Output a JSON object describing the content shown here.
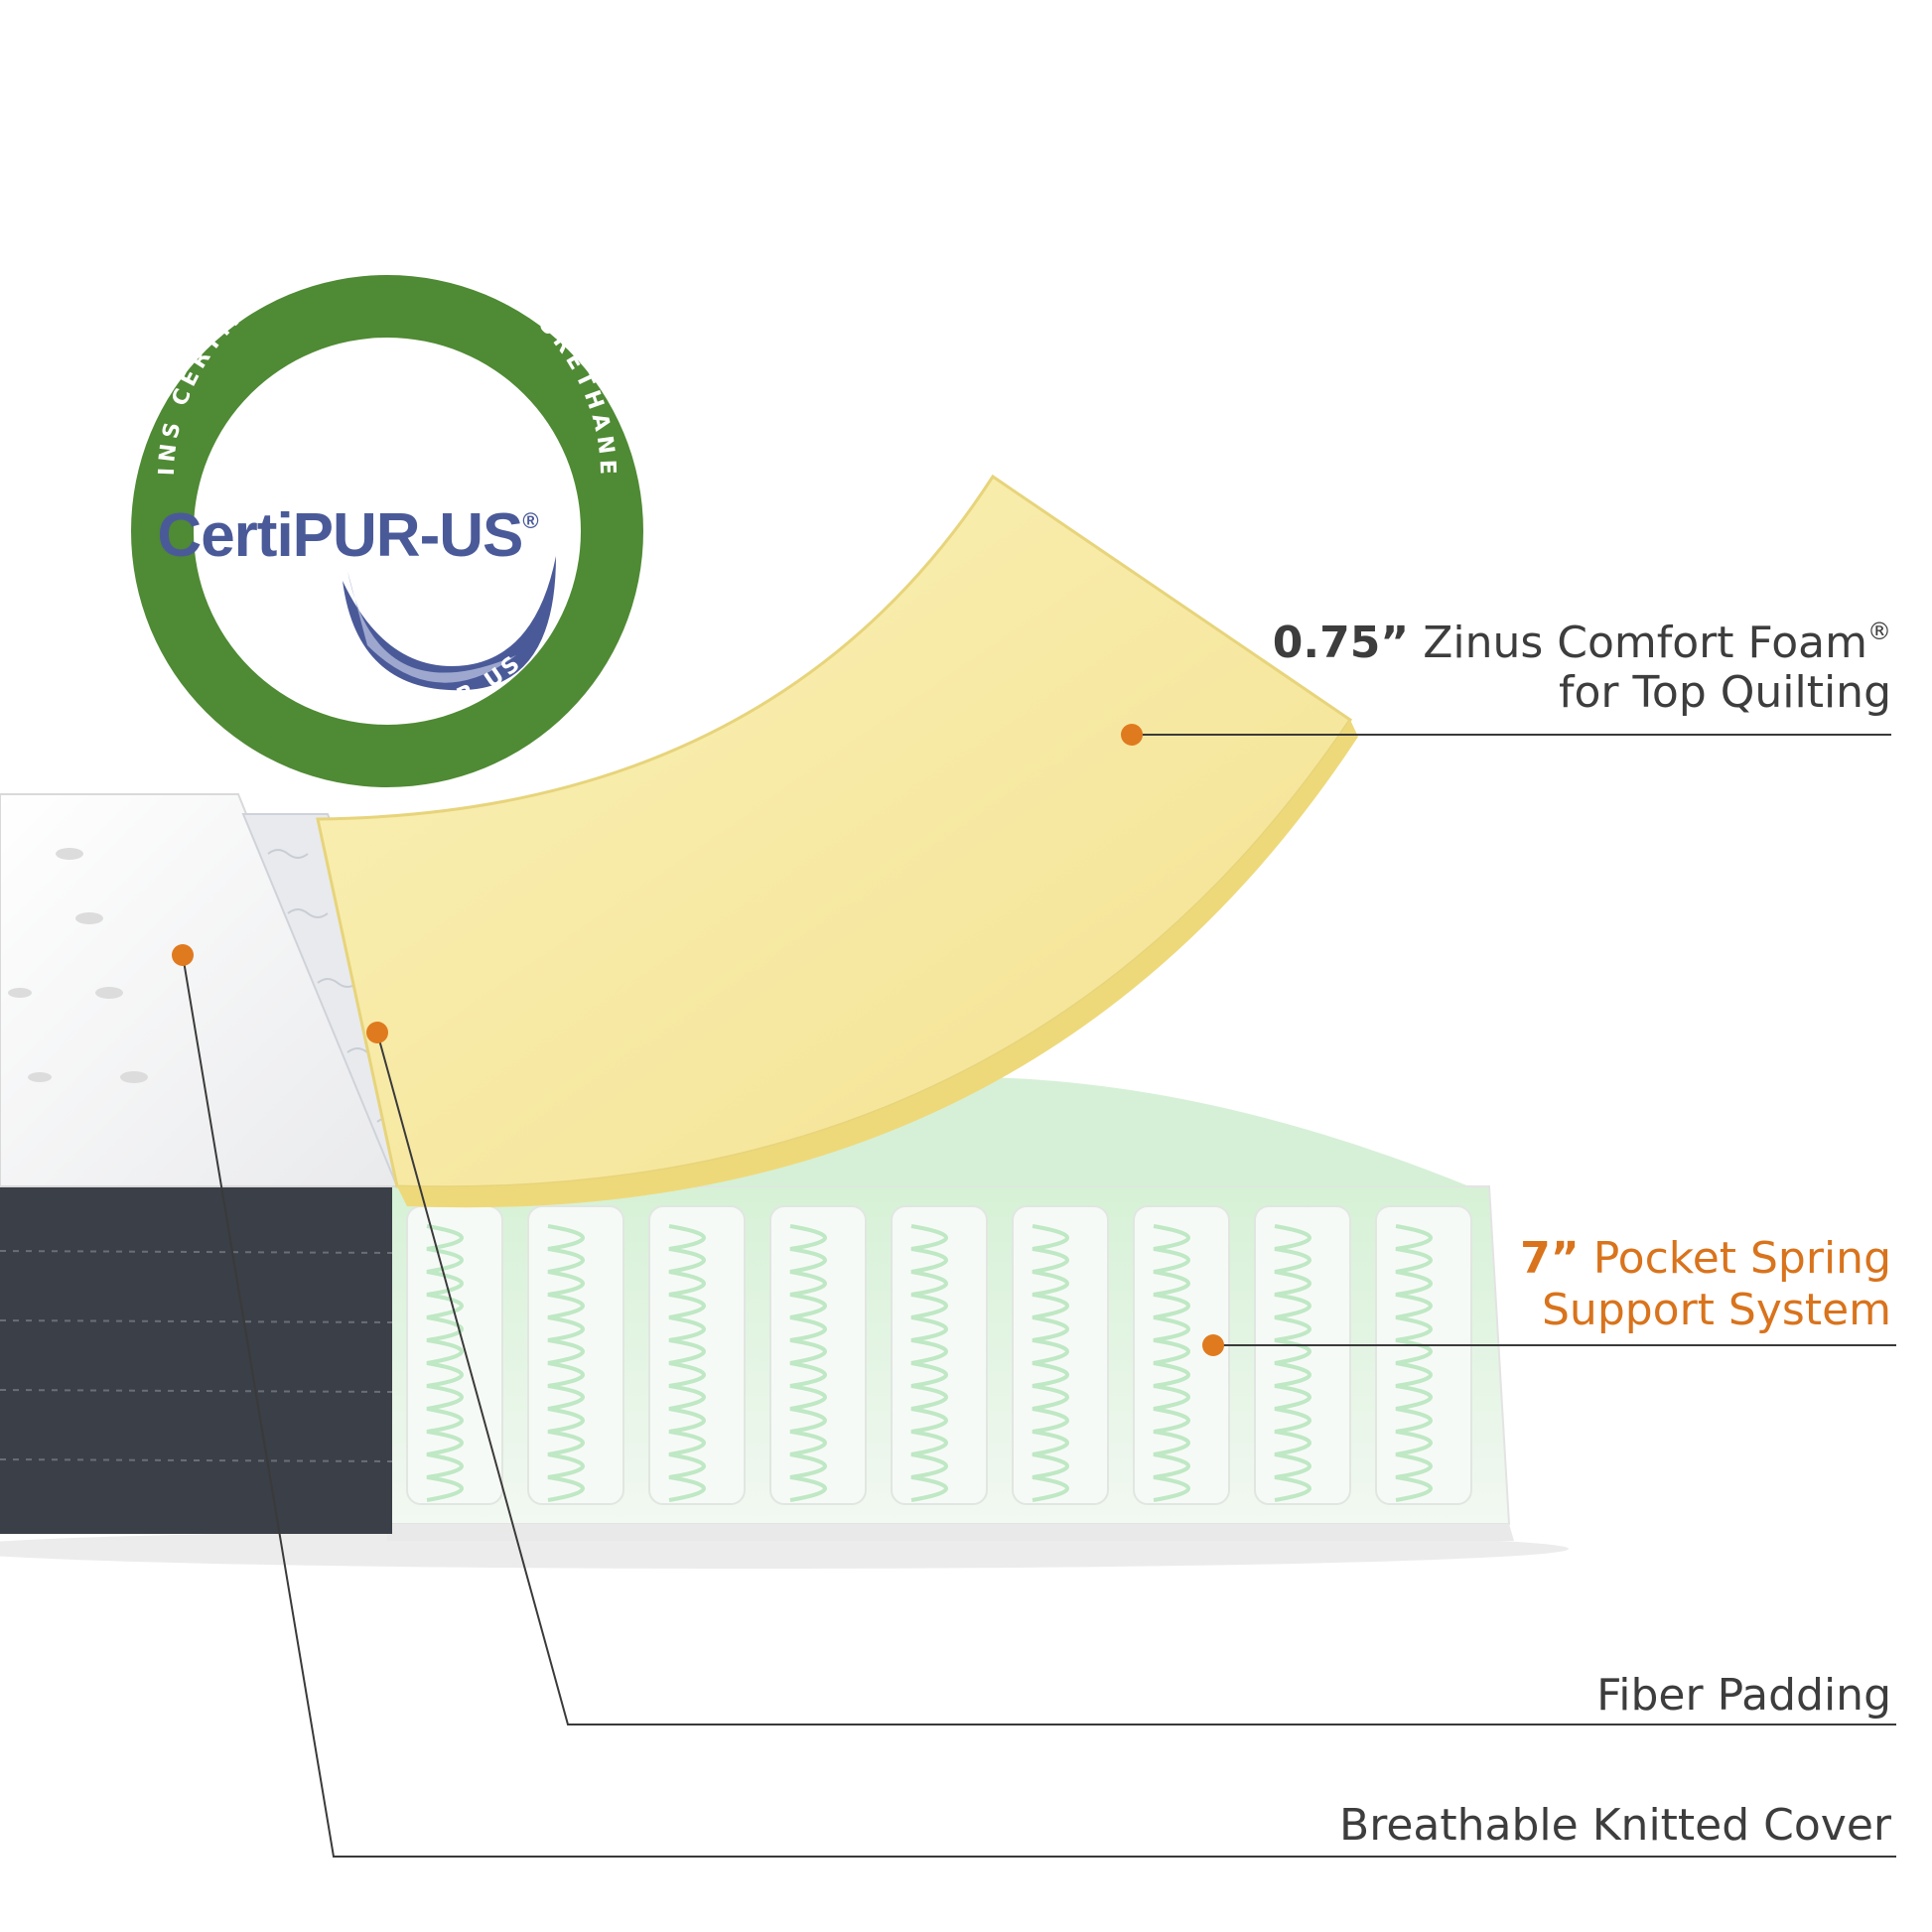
{
  "badge": {
    "brand": "CertiPUR-US",
    "registered_mark": "®",
    "ring_text_top": "CONTAINS CERTIFIED FLEXIBLE POLYURETHANE FOAM",
    "ring_text_bottom": "WWW.CERTIPUR.US",
    "ring_color": "#4f8a34",
    "brand_color": "#4a5a99"
  },
  "callouts": {
    "comfort_foam": {
      "bold": "0.75”",
      "text": " Zinus Comfort Foam",
      "mark": "®",
      "line2": "for Top Quilting"
    },
    "pocket_spring": {
      "bold": "7”",
      "text": " Pocket Spring",
      "line2": "Support System",
      "color": "#d9731c"
    },
    "fiber_padding": {
      "text": "Fiber Padding"
    },
    "knitted_cover": {
      "text": "Breathable Knitted Cover"
    }
  },
  "colors": {
    "foam": "#f7eaa6",
    "cover_side": "#3b3f47",
    "spring_green": "#bfe8c4",
    "accent_dot": "#e07a1f"
  }
}
